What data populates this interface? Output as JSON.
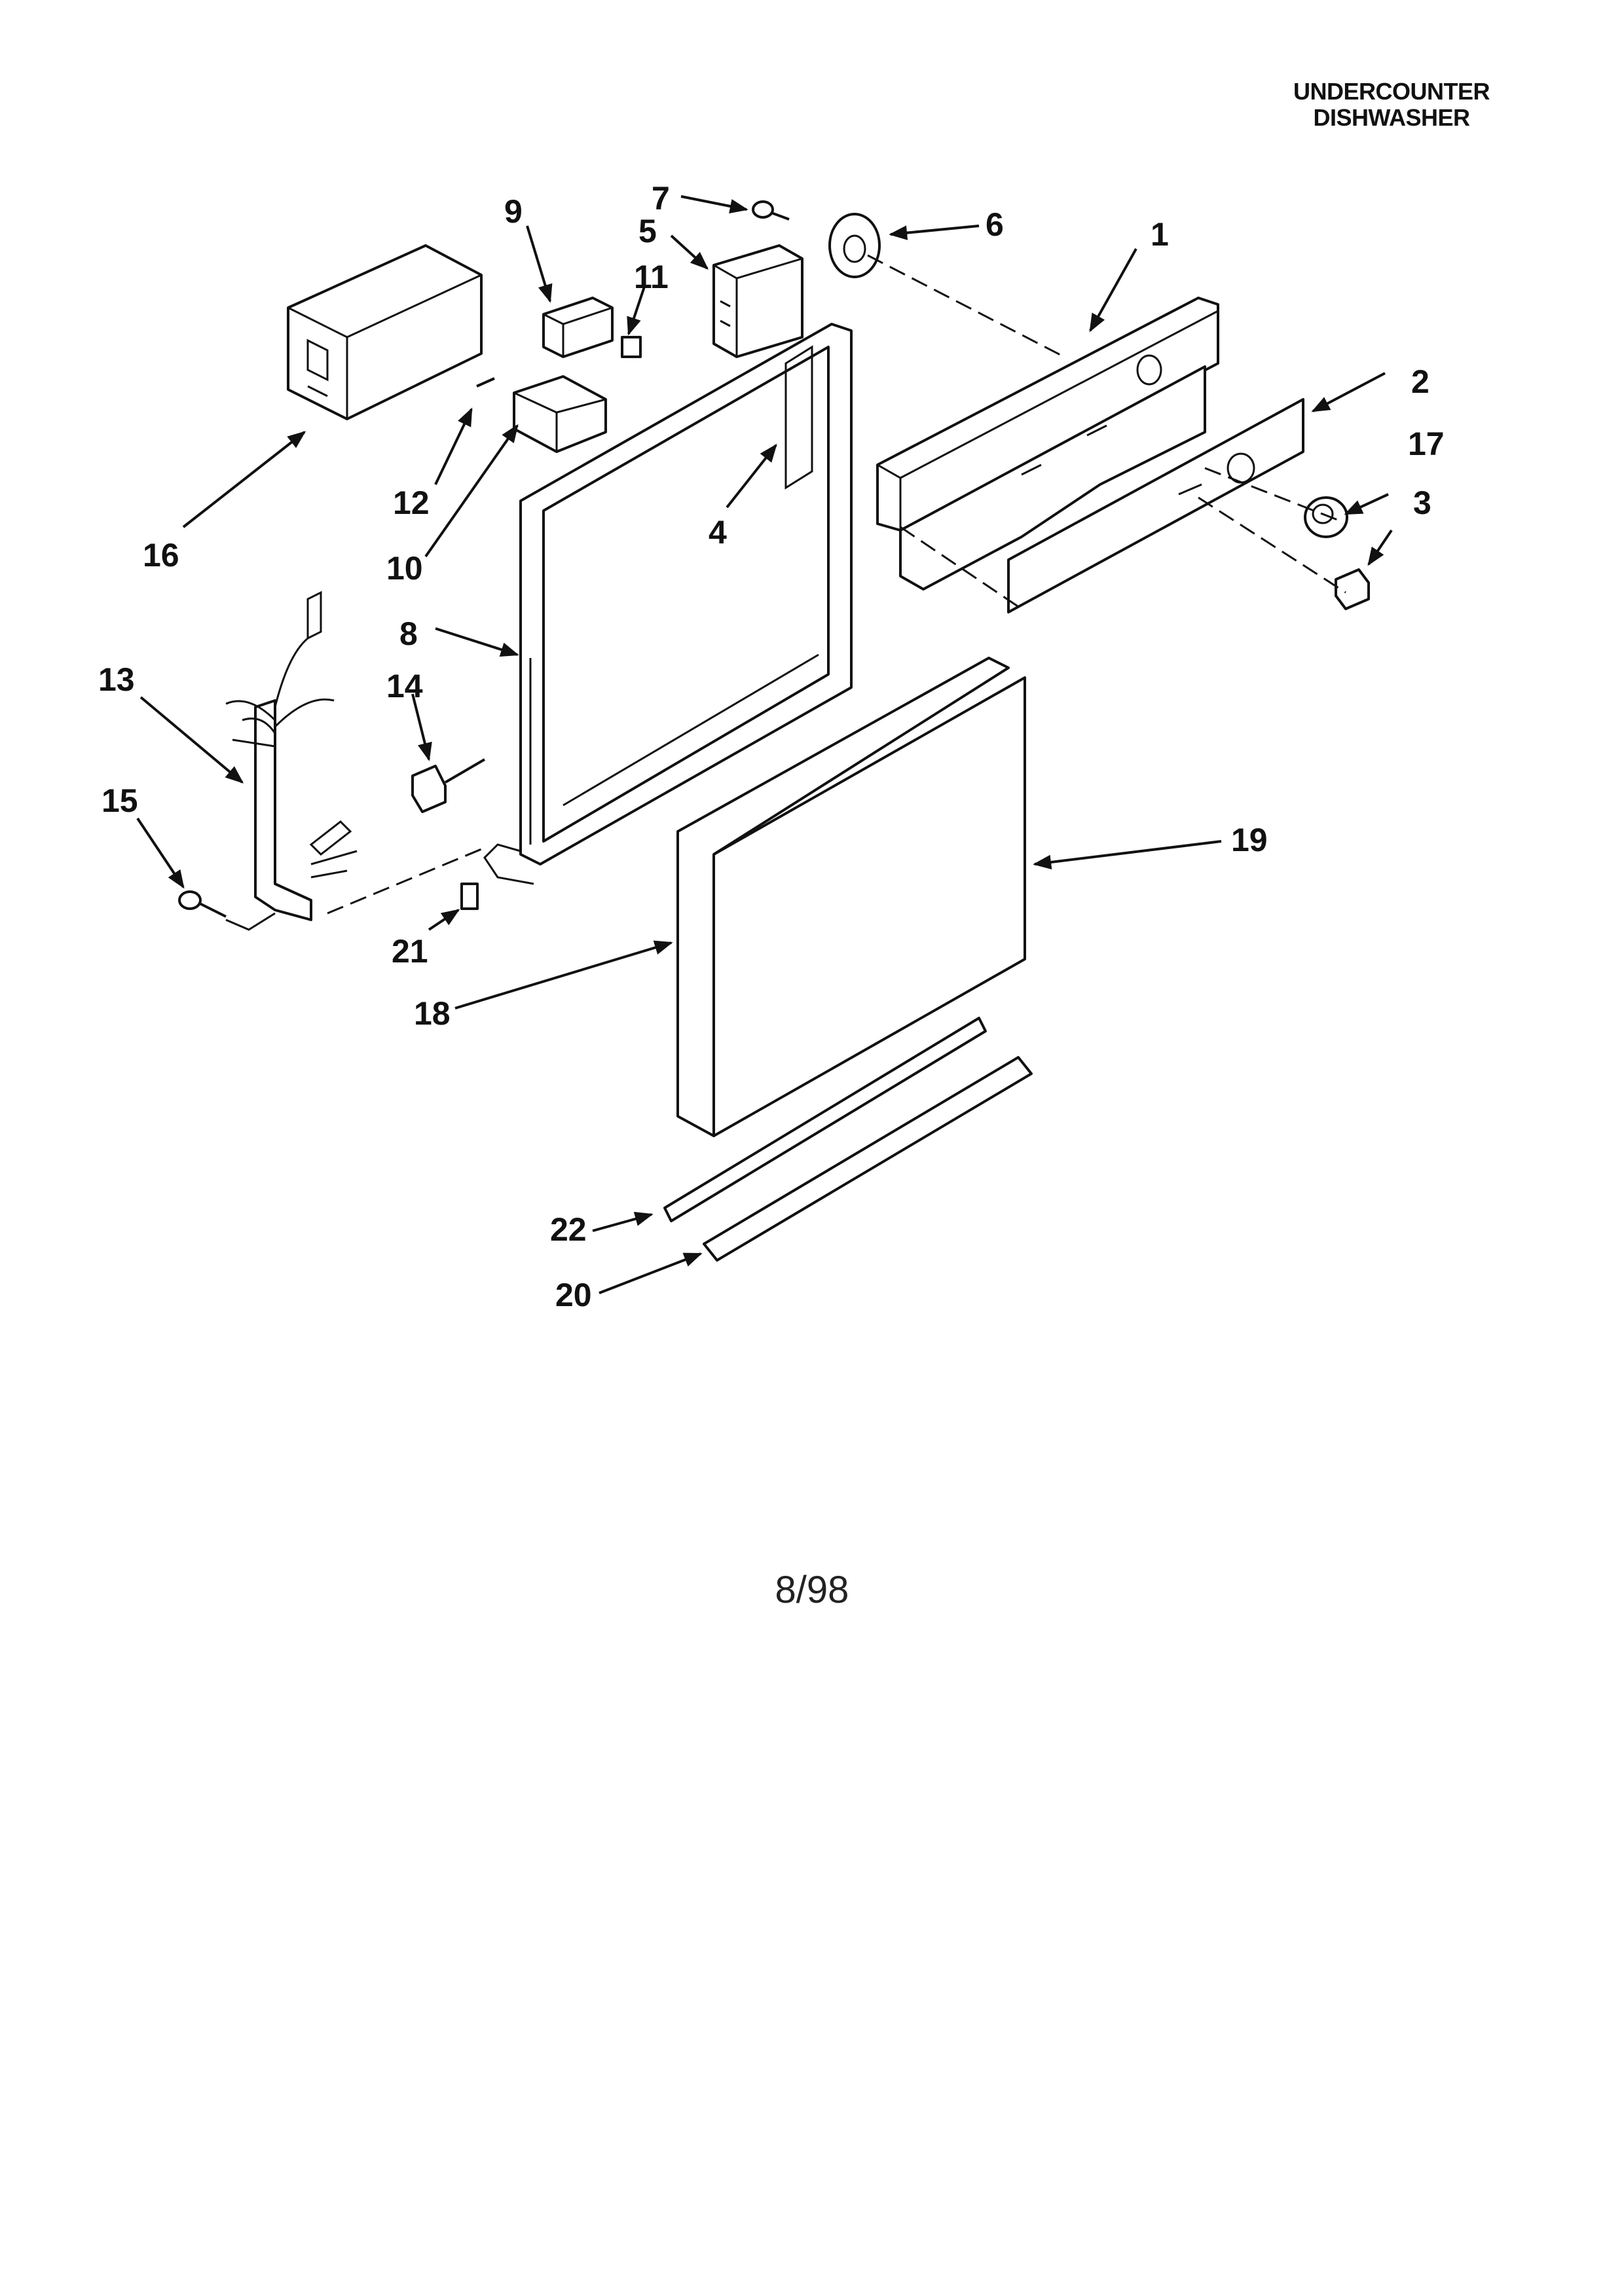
{
  "header": {
    "line1": "UNDERCOUNTER",
    "line2": "DISHWASHER"
  },
  "footer": {
    "date": "8/98"
  },
  "callouts": [
    {
      "id": "1",
      "text": "1"
    },
    {
      "id": "2",
      "text": "2"
    },
    {
      "id": "3",
      "text": "3"
    },
    {
      "id": "4",
      "text": "4"
    },
    {
      "id": "5",
      "text": "5"
    },
    {
      "id": "6",
      "text": "6"
    },
    {
      "id": "7",
      "text": "7"
    },
    {
      "id": "8",
      "text": "8"
    },
    {
      "id": "9",
      "text": "9"
    },
    {
      "id": "10",
      "text": "10"
    },
    {
      "id": "11",
      "text": "11"
    },
    {
      "id": "12",
      "text": "12"
    },
    {
      "id": "13",
      "text": "13"
    },
    {
      "id": "14",
      "text": "14"
    },
    {
      "id": "15",
      "text": "15"
    },
    {
      "id": "16",
      "text": "16"
    },
    {
      "id": "17",
      "text": "17"
    },
    {
      "id": "18",
      "text": "18"
    },
    {
      "id": "19",
      "text": "19"
    },
    {
      "id": "20",
      "text": "20"
    },
    {
      "id": "21",
      "text": "21"
    },
    {
      "id": "22",
      "text": "22"
    }
  ]
}
